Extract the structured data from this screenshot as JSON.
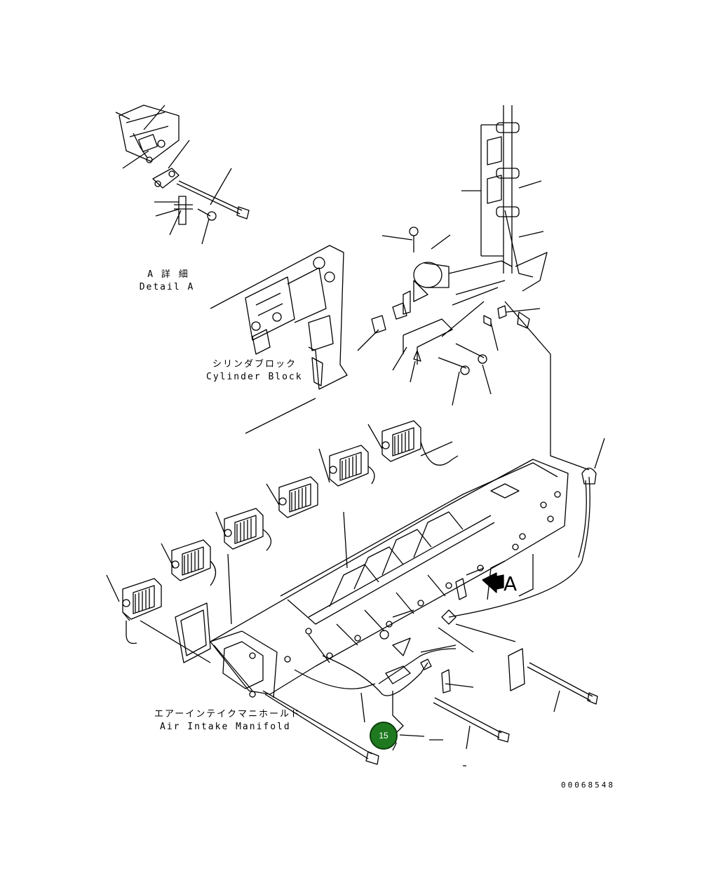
{
  "labels": {
    "detail_a_jp": "A 詳 細",
    "detail_a_en": "Detail A",
    "cylinder_block_jp": "シリンダブロック",
    "cylinder_block_en": "Cylinder Block",
    "manifold_jp": "エアーインテイクマニホールド",
    "manifold_en": "Air Intake Manifold",
    "arrow_a": "A"
  },
  "callout": {
    "number": "15",
    "color": "#1f7a1f"
  },
  "doc_number": "00068548",
  "colors": {
    "line": "#000000",
    "background": "#ffffff"
  }
}
